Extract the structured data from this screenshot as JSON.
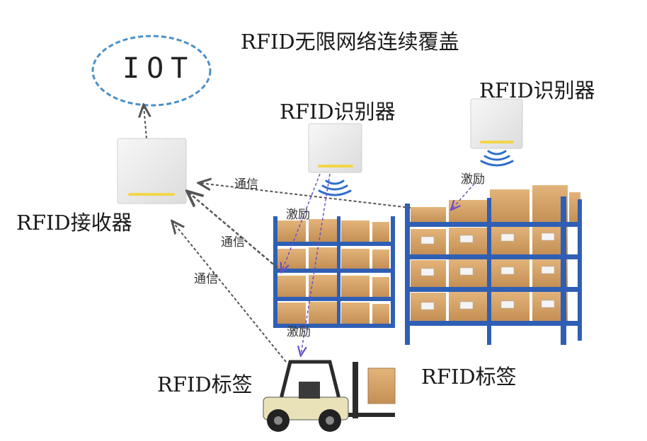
{
  "title": "RFID无限网络连续覆盖",
  "iot": "IOT",
  "receiver_label": "RFID接收器",
  "reader_label_1": "RFID识别器",
  "reader_label_2": "RFID识别器",
  "tag_label_1": "RFID标签",
  "tag_label_2": "RFID标签",
  "edges": {
    "comm_1": "通信",
    "comm_2": "通信",
    "comm_3": "通信",
    "excite_1": "激励",
    "excite_2": "激励",
    "excite_3": "激励"
  },
  "colors": {
    "iot_ellipse": "#4a90c8",
    "dashed_line": "#555555",
    "excite_line": "#6a4fc7",
    "rack": "#2f5fb5",
    "box": "#d9a86b",
    "device": "#eeeeee",
    "led": "#f2d64a",
    "wave": "#2f6fcf"
  }
}
